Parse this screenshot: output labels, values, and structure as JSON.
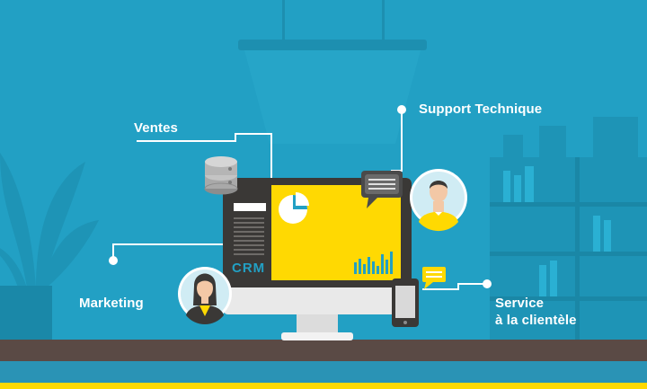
{
  "labels": {
    "ventes": "Ventes",
    "support": "Support Technique",
    "marketing": "Marketing",
    "service_line1": "Service",
    "service_line2": "à la clientèle"
  },
  "screen_logo": "CRM",
  "colors": {
    "background": "#22a0c4",
    "accent_yellow": "#ffd902",
    "desk_brown": "#5a4a45",
    "line_white": "#ffffff"
  }
}
